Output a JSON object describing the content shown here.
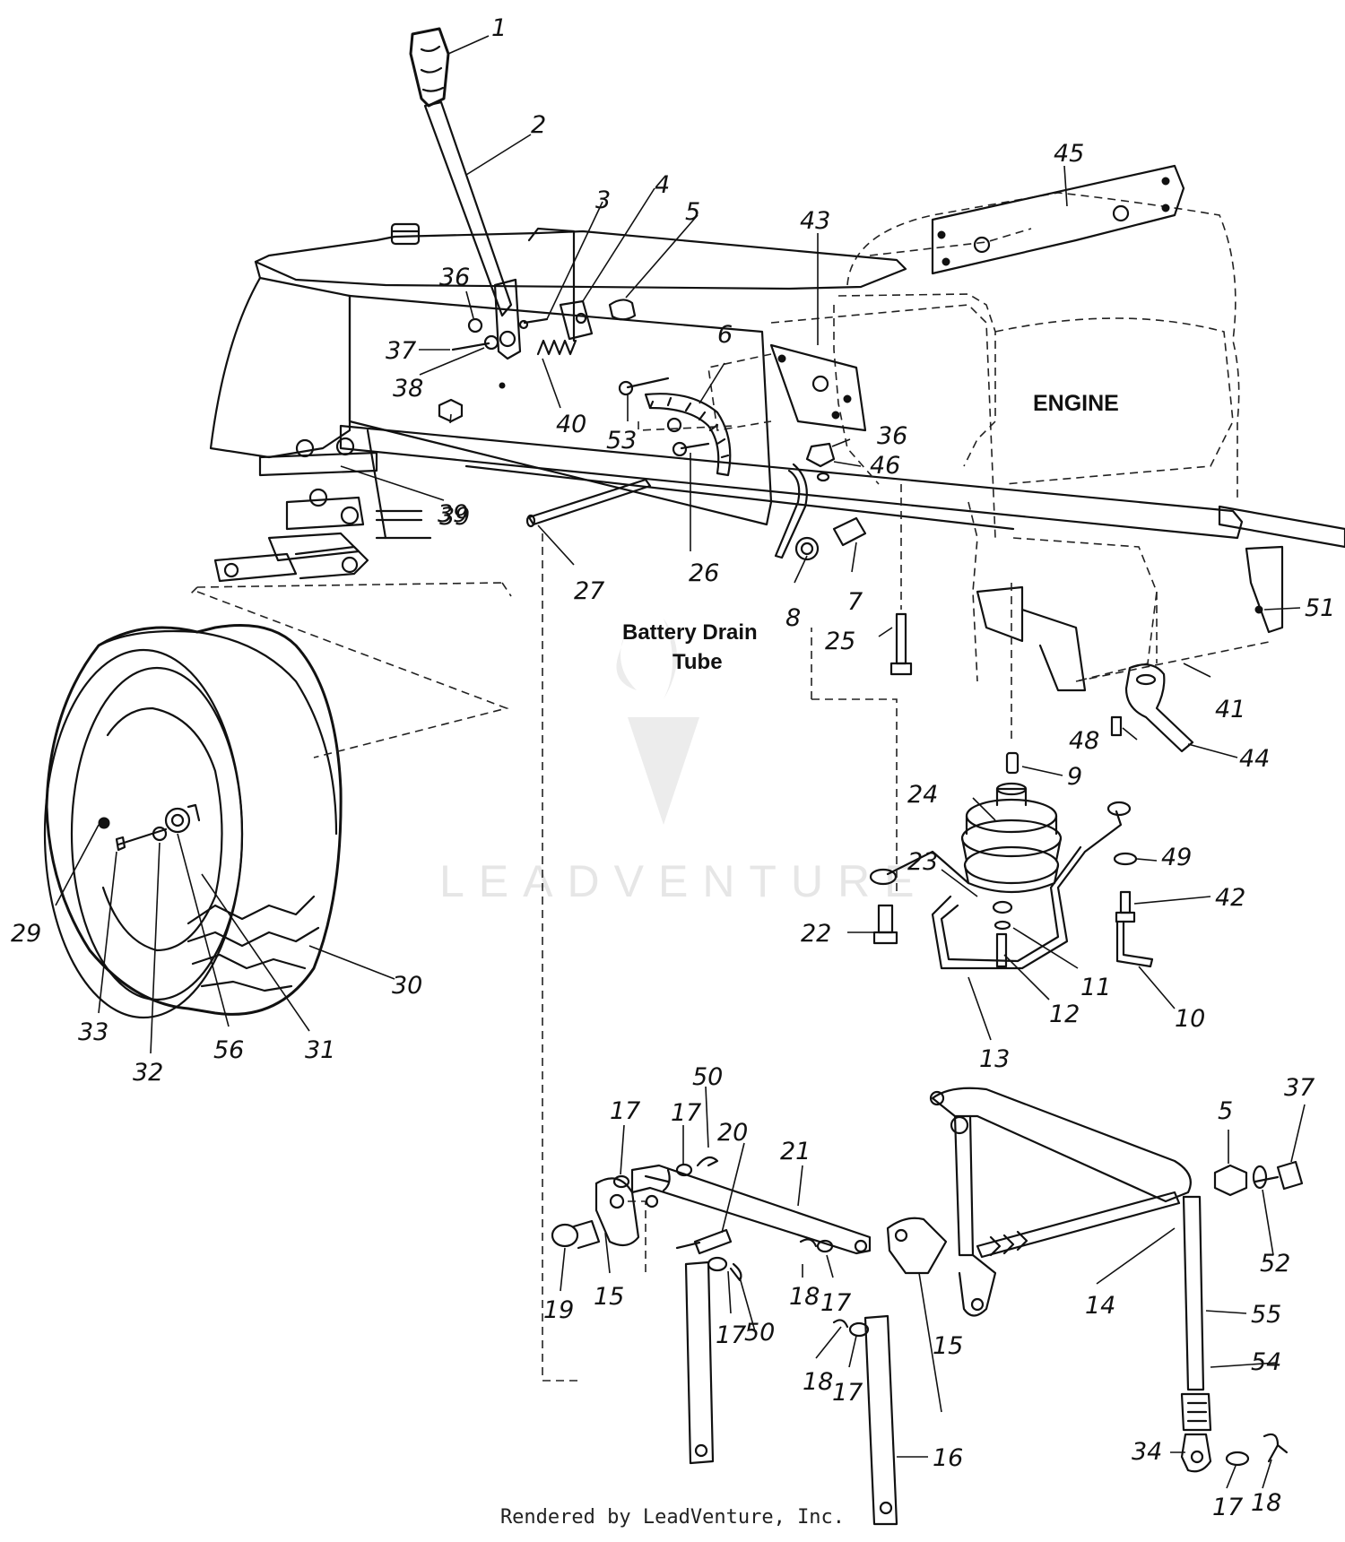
{
  "diagram": {
    "engine_label": "ENGINE",
    "battery_label_line1": "Battery Drain",
    "battery_label_line2": "Tube",
    "watermark": "LEADVENTURE",
    "footer": "Rendered by LeadVenture, Inc.",
    "callouts": [
      {
        "id": "p1",
        "text": "1"
      },
      {
        "id": "p2",
        "text": "2"
      },
      {
        "id": "p3",
        "text": "3"
      },
      {
        "id": "p4",
        "text": "4"
      },
      {
        "id": "p5a",
        "text": "5"
      },
      {
        "id": "p6",
        "text": "6"
      },
      {
        "id": "p43",
        "text": "43"
      },
      {
        "id": "p45",
        "text": "45"
      },
      {
        "id": "p36a",
        "text": "36"
      },
      {
        "id": "p37a",
        "text": "37"
      },
      {
        "id": "p38",
        "text": "38"
      },
      {
        "id": "p40",
        "text": "40"
      },
      {
        "id": "p53",
        "text": "53"
      },
      {
        "id": "p39a",
        "text": "39"
      },
      {
        "id": "p36b",
        "text": "36"
      },
      {
        "id": "p46",
        "text": "46"
      },
      {
        "id": "p39b",
        "text": "39"
      },
      {
        "id": "p27",
        "text": "27"
      },
      {
        "id": "p26",
        "text": "26"
      },
      {
        "id": "p7",
        "text": "7"
      },
      {
        "id": "p8",
        "text": "8"
      },
      {
        "id": "p25",
        "text": "25"
      },
      {
        "id": "p51",
        "text": "51"
      },
      {
        "id": "p41",
        "text": "41"
      },
      {
        "id": "p48",
        "text": "48"
      },
      {
        "id": "p44",
        "text": "44"
      },
      {
        "id": "p9",
        "text": "9"
      },
      {
        "id": "p24",
        "text": "24"
      },
      {
        "id": "p49",
        "text": "49"
      },
      {
        "id": "p23",
        "text": "23"
      },
      {
        "id": "p42",
        "text": "42"
      },
      {
        "id": "p22",
        "text": "22"
      },
      {
        "id": "p11",
        "text": "11"
      },
      {
        "id": "p12",
        "text": "12"
      },
      {
        "id": "p10",
        "text": "10"
      },
      {
        "id": "p13",
        "text": "13"
      },
      {
        "id": "p29",
        "text": "29"
      },
      {
        "id": "p30",
        "text": "30"
      },
      {
        "id": "p33",
        "text": "33"
      },
      {
        "id": "p32",
        "text": "32"
      },
      {
        "id": "p56",
        "text": "56"
      },
      {
        "id": "p31",
        "text": "31"
      },
      {
        "id": "p50a",
        "text": "50"
      },
      {
        "id": "p17a",
        "text": "17"
      },
      {
        "id": "p17b",
        "text": "17"
      },
      {
        "id": "p20",
        "text": "20"
      },
      {
        "id": "p21",
        "text": "21"
      },
      {
        "id": "p5b",
        "text": "5"
      },
      {
        "id": "p37b",
        "text": "37"
      },
      {
        "id": "p19",
        "text": "19"
      },
      {
        "id": "p15a",
        "text": "15"
      },
      {
        "id": "p18a",
        "text": "18"
      },
      {
        "id": "p17c",
        "text": "17"
      },
      {
        "id": "p14",
        "text": "14"
      },
      {
        "id": "p52",
        "text": "52"
      },
      {
        "id": "p55",
        "text": "55"
      },
      {
        "id": "p17d",
        "text": "17"
      },
      {
        "id": "p50b",
        "text": "50"
      },
      {
        "id": "p18b",
        "text": "18"
      },
      {
        "id": "p17e",
        "text": "17"
      },
      {
        "id": "p15b",
        "text": "15"
      },
      {
        "id": "p54",
        "text": "54"
      },
      {
        "id": "p34",
        "text": "34"
      },
      {
        "id": "p16",
        "text": "16"
      },
      {
        "id": "p17f",
        "text": "17"
      },
      {
        "id": "p18c",
        "text": "18"
      }
    ]
  }
}
